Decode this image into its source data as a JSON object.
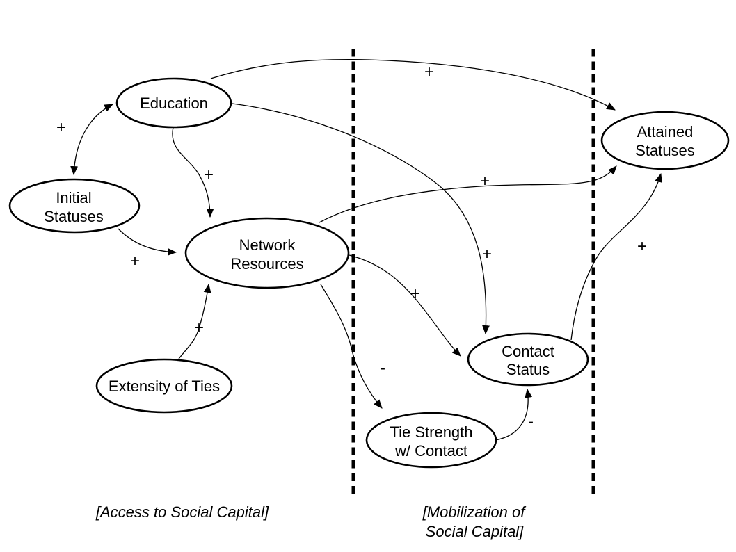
{
  "diagram": {
    "nodes": [
      {
        "id": "education",
        "lines": [
          "Education"
        ]
      },
      {
        "id": "initial-statuses",
        "lines": [
          "Initial",
          "Statuses"
        ]
      },
      {
        "id": "network-resources",
        "lines": [
          "Network",
          "Resources"
        ]
      },
      {
        "id": "extensity-of-ties",
        "lines": [
          "Extensity of Ties"
        ]
      },
      {
        "id": "tie-strength",
        "lines": [
          "Tie Strength",
          "w/ Contact"
        ]
      },
      {
        "id": "contact-status",
        "lines": [
          "Contact",
          "Status"
        ]
      },
      {
        "id": "attained-statuses",
        "lines": [
          "Attained",
          "Statuses"
        ]
      }
    ],
    "edges": [
      {
        "from": "initial-statuses",
        "to": "education",
        "sign": "+",
        "bidirectional": true
      },
      {
        "from": "education",
        "to": "network-resources",
        "sign": "+"
      },
      {
        "from": "initial-statuses",
        "to": "network-resources",
        "sign": "+"
      },
      {
        "from": "extensity-of-ties",
        "to": "network-resources",
        "sign": "+"
      },
      {
        "from": "education",
        "to": "attained-statuses",
        "sign": "+"
      },
      {
        "from": "education",
        "to": "contact-status",
        "sign": "+"
      },
      {
        "from": "network-resources",
        "to": "attained-statuses",
        "sign": "+"
      },
      {
        "from": "network-resources",
        "to": "contact-status",
        "sign": "+"
      },
      {
        "from": "network-resources",
        "to": "tie-strength",
        "sign": "-"
      },
      {
        "from": "tie-strength",
        "to": "contact-status",
        "sign": "-"
      },
      {
        "from": "contact-status",
        "to": "attained-statuses",
        "sign": "+"
      }
    ],
    "sections": [
      {
        "id": "access",
        "caption_lines": [
          "[Access to Social Capital]"
        ]
      },
      {
        "id": "mobilization",
        "caption_lines": [
          "[Mobilization of",
          "Social Capital]"
        ]
      }
    ],
    "colors": {
      "stroke": "#000000",
      "background": "#ffffff"
    }
  }
}
